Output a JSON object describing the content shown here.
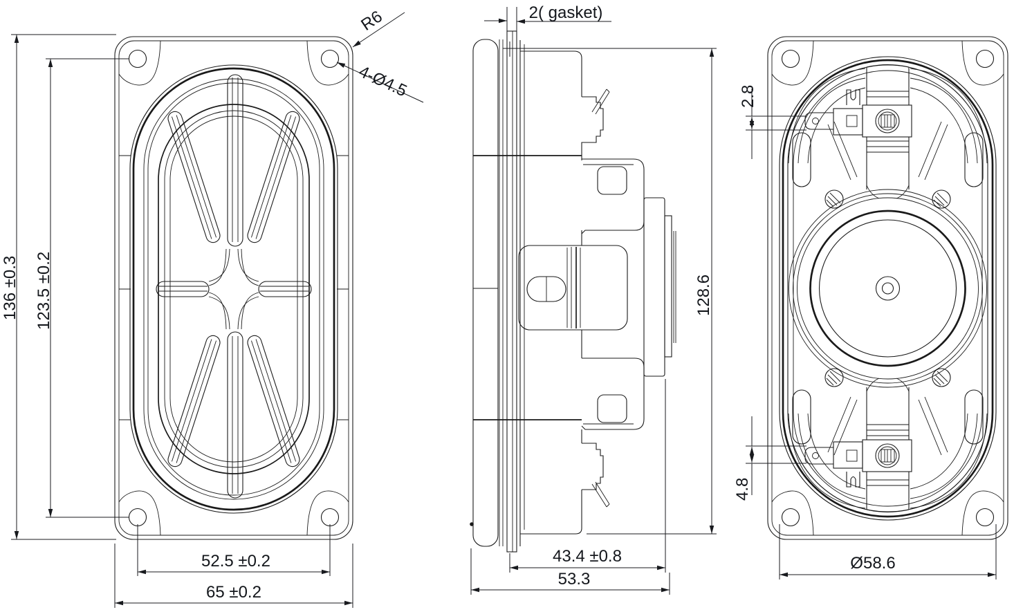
{
  "drawing": {
    "type": "3-view loudspeaker dimensional drawing",
    "colors": {
      "line": "#1a1a1a",
      "dimension_text": "#14171c",
      "background": "#ffffff"
    },
    "front_view": {
      "dim_overall_height": "136 ±0.3",
      "dim_hole_spacing_height": "123.5 ±0.2",
      "dim_hole_spacing_width": "52.5 ±0.2",
      "dim_overall_width": "65 ±0.2",
      "label_corner_radius": "R6",
      "label_mounting_holes": "4-Ø4.5"
    },
    "side_view": {
      "label_gasket": "2( gasket)",
      "dim_height": "128.6",
      "dim_depth_to_magnet": "43.4 ±0.8",
      "dim_overall_depth": "53.3"
    },
    "rear_view": {
      "dim_terminal_upper": "2.8",
      "dim_terminal_lower": "4.8",
      "dim_basket_diameter": "Ø58.6"
    }
  }
}
